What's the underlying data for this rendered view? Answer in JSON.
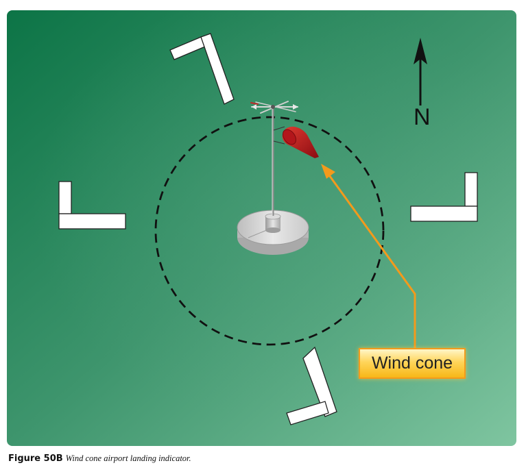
{
  "diagram": {
    "callout_label": "Wind cone",
    "north_label": "N",
    "colors": {
      "background_dark": "#0c7446",
      "background_light": "#7fc5a0",
      "marker_fill": "#ffffff",
      "circle_stroke": "#111111",
      "wind_cone": "#c8161d",
      "leader_line": "#f39a1c"
    }
  },
  "caption": {
    "figure_label": "Figure 50B",
    "description": "Wind cone airport landing indicator."
  }
}
